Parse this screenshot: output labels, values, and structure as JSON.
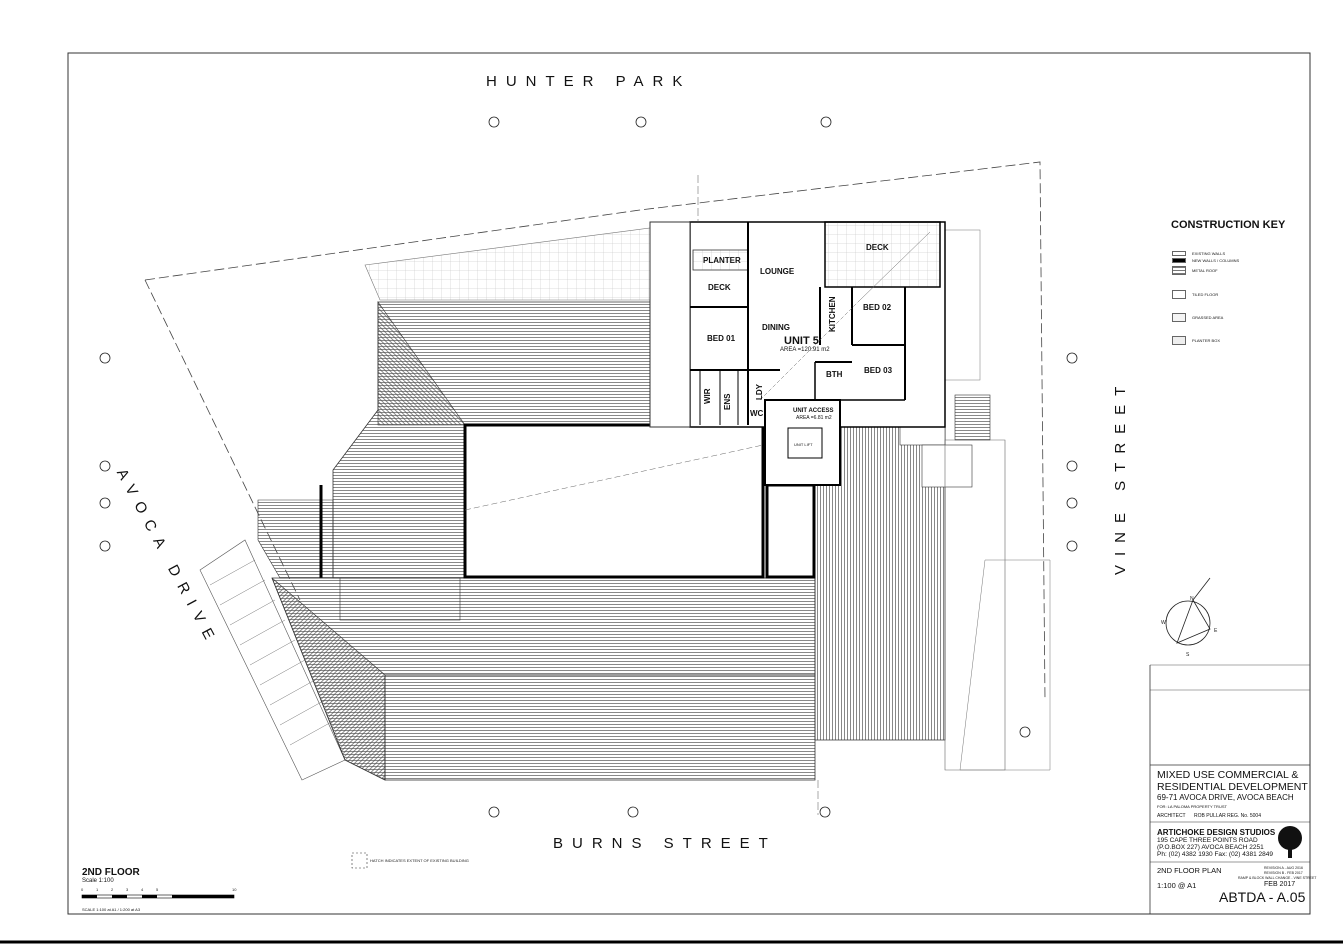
{
  "streets": {
    "north": "HUNTER PARK",
    "south": "BURNS STREET",
    "west": "AVOCA DRIVE",
    "east": "VINE STREET"
  },
  "rooms": [
    {
      "name": "PLANTER"
    },
    {
      "name": "LOUNGE"
    },
    {
      "name": "DECK"
    },
    {
      "name": "DECK"
    },
    {
      "name": "BED 01"
    },
    {
      "name": "DINING"
    },
    {
      "name": "KITCHEN"
    },
    {
      "name": "BED 02"
    },
    {
      "name": "UNIT 5"
    },
    {
      "name": "AREA =120.91 m2"
    },
    {
      "name": "BED 03"
    },
    {
      "name": "BTH"
    },
    {
      "name": "WIR"
    },
    {
      "name": "ENS"
    },
    {
      "name": "LDY"
    },
    {
      "name": "WC"
    },
    {
      "name": "UNIT ACCESS"
    },
    {
      "name": "AREA =6.81 m2"
    },
    {
      "name": "UNIT LIFT"
    }
  ],
  "construction_key": {
    "title": "CONSTRUCTION KEY",
    "items": [
      "EXISTING WALLS",
      "NEW WALLS / COLUMNS",
      "METAL ROOF",
      "TILED FLOOR",
      "GRASSED AREA",
      "PLANTER BOX"
    ]
  },
  "compass": {
    "n": "N",
    "s": "S",
    "e": "E",
    "w": "W"
  },
  "title_block": {
    "project": "MIXED USE COMMERCIAL &",
    "project2": "RESIDENTIAL DEVELOPMENT",
    "address": "69-71 AVOCA DRIVE, AVOCA BEACH",
    "client": "FOR: LA PALOMA PROPERTY TRUST",
    "architect_label": "ARCHITECT",
    "architect": "ROB PULLAR REG. No. 5004",
    "studio": "ARTICHOKE DESIGN STUDIOS",
    "studio_addr1": "195 CAPE THREE POINTS ROAD",
    "studio_addr2": "(P.O.BOX 227) AVOCA BEACH 2251",
    "studio_phone": "Ph: (02) 4382 1930 Fax: (02) 4381 2849",
    "sheet_title": "2ND FLOOR PLAN",
    "scale": "1:100 @ A1",
    "revision_a": "REVISION A - AUG 2016",
    "revision_b": "REVISION B - FEB 2017",
    "revision_note": "RAMP & BLOCK WALL CHANGE - VINE STREET",
    "date": "FEB 2017",
    "drawing_no": "ABTDA - A.05"
  },
  "floor_label": {
    "title": "2ND FLOOR",
    "scale": "Scale 1:100",
    "scale_note": "SCALE 1:100 at A1 / 1:200 at A3",
    "ticks": [
      "0",
      "1",
      "2",
      "3",
      "4",
      "5",
      "10"
    ]
  },
  "hatch_note": "HATCH INDICATES EXTENT OF EXISTING BUILDING",
  "colors": {
    "line": "#111111",
    "hatch": "#6b6b6b",
    "grey": "#9a9a9a"
  }
}
